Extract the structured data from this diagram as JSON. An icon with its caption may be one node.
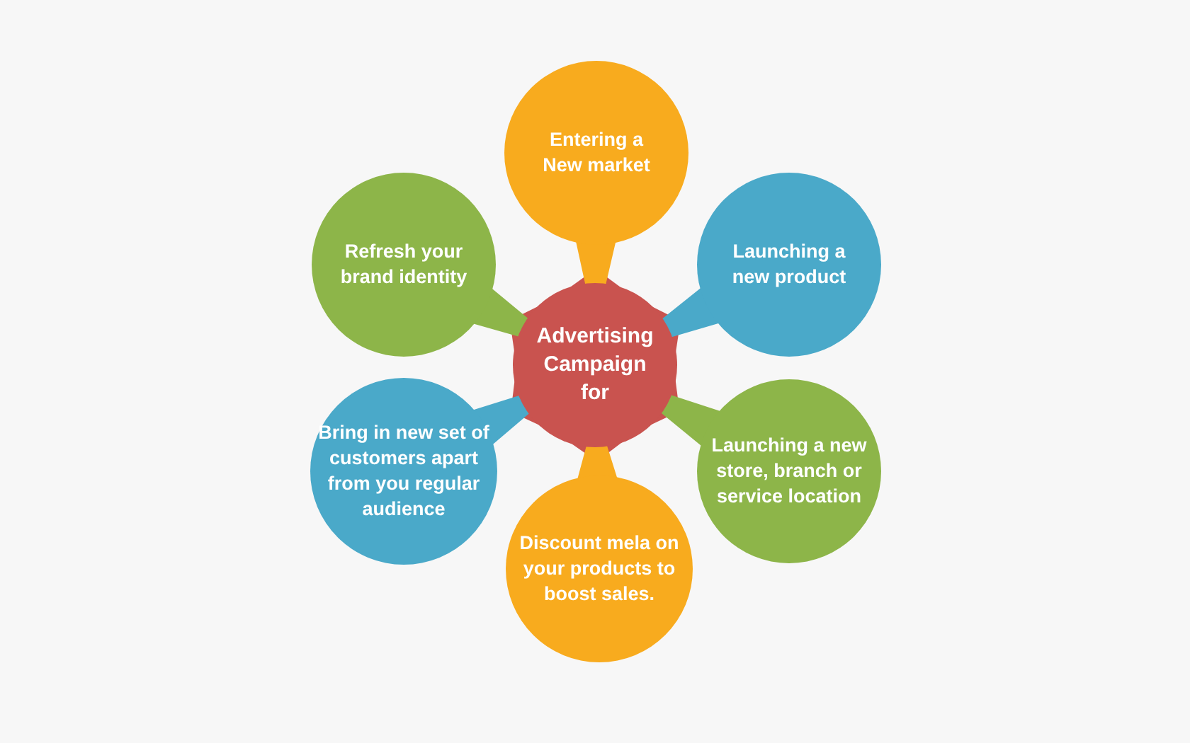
{
  "diagram": {
    "nodes": [
      {
        "text": [
          "Advertising Campaign for"
        ]
      },
      {
        "text": [
          "Entering a New market"
        ]
      },
      {
        "text": [
          "Launching a new product"
        ]
      },
      {
        "text": [
          "Launching a new store, branch or service location"
        ]
      },
      {
        "text": [
          "Discount mela on your products to boost sales."
        ]
      },
      {
        "text": [
          "Bring in new set of customers apart from you regular audience"
        ]
      },
      {
        "text": [
          "Refresh your brand identity"
        ]
      }
    ],
    "edges": [
      {
        "from": 0,
        "to": 1,
        "arrow": "none"
      },
      {
        "from": 0,
        "to": 2,
        "arrow": "none"
      },
      {
        "from": 0,
        "to": 3,
        "arrow": "none"
      },
      {
        "from": 0,
        "to": 4,
        "arrow": "none"
      },
      {
        "from": 0,
        "to": 5,
        "arrow": "none"
      },
      {
        "from": 0,
        "to": 6,
        "arrow": "none"
      }
    ]
  }
}
